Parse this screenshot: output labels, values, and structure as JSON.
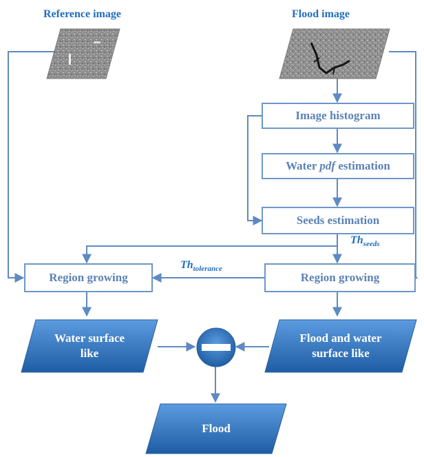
{
  "headings": {
    "reference": "Reference image",
    "flood": "Flood image"
  },
  "boxes": {
    "histogram": "Image histogram",
    "pdf_pre": "Water ",
    "pdf_italic": "pdf",
    "pdf_post": " estimation",
    "seeds": "Seeds estimation",
    "region_left": "Region growing",
    "region_right": "Region growing"
  },
  "labels": {
    "th_seeds_main": "Th",
    "th_seeds_sub": "seeds",
    "th_tol_main": "Th",
    "th_tol_sub": "tolerance"
  },
  "outputs": {
    "water_line1": "Water surface",
    "water_line2": "like",
    "flood_water_line1": "Flood and water",
    "flood_water_line2": "surface like",
    "flood": "Flood"
  },
  "colors": {
    "heading": "#1f6dbe",
    "box_border": "#6d96c8",
    "box_text": "#5b82b6",
    "connector": "#5d8ac2",
    "fill_dark": "#1e5da3",
    "fill_light": "#5d9be0"
  },
  "icons": {
    "subtract": "minus-circle-icon"
  }
}
